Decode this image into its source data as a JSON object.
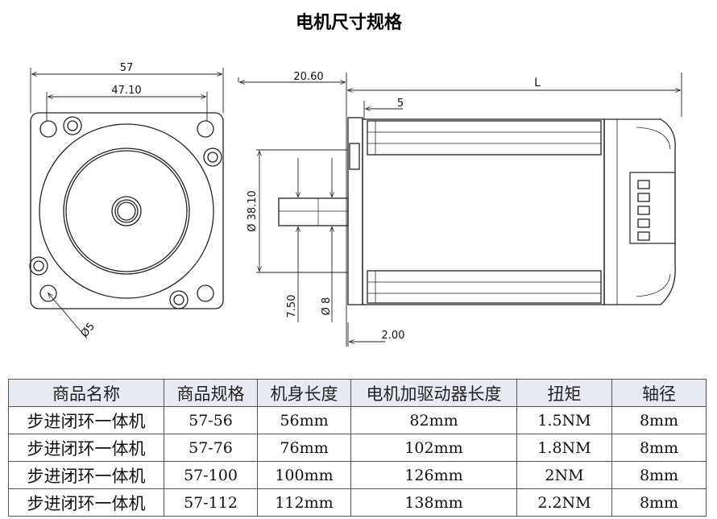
{
  "title": "电机尺寸规格",
  "drawing": {
    "dim_57": "57",
    "dim_47_10": "47.10",
    "dim_hole": "Ø5",
    "dim_20_60": "20.60",
    "dim_L": "L",
    "dim_5": "5",
    "dim_38_10": "Ø 38.10",
    "dim_7_50": "7.50",
    "dim_8": "Ø 8",
    "dim_2_00": "2.00"
  },
  "table": {
    "headers": [
      "商品名称",
      "商品规格",
      "机身长度",
      "电机加驱动器长度",
      "扭矩",
      "轴径"
    ],
    "rows": [
      [
        "步进闭环一体机",
        "57-56",
        "56mm",
        "82mm",
        "1.5NM",
        "8mm"
      ],
      [
        "步进闭环一体机",
        "57-76",
        "76mm",
        "102mm",
        "1.8NM",
        "8mm"
      ],
      [
        "步进闭环一体机",
        "57-100",
        "100mm",
        "126mm",
        "2NM",
        "8mm"
      ],
      [
        "步进闭环一体机",
        "57-112",
        "112mm",
        "138mm",
        "2.2NM",
        "8mm"
      ]
    ]
  }
}
